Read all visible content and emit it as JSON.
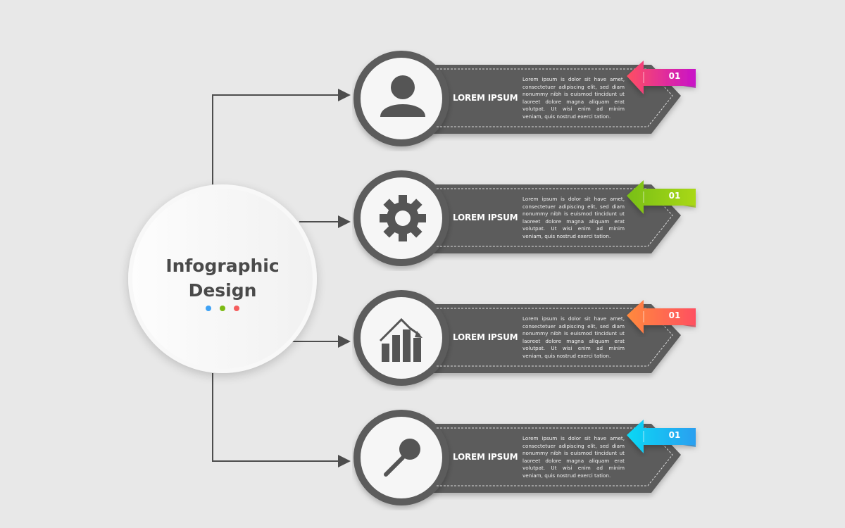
{
  "hub": {
    "title_line1": "Infographic",
    "title_line2": "Design",
    "dot_colors": [
      "#3fa2f5",
      "#7cbb14",
      "#f55d5d"
    ]
  },
  "cards": [
    {
      "icon": "user-icon",
      "title": "LOREM IPSUM",
      "number": "01",
      "text": "Lorem ipsum is dolor sit have amet, consectetuer adipiscing elit, sed diam nonummy nibh is euismod tincidunt ut laoreet dolore magna aliquam erat volutpat. Ut wisi enim ad minim veniam, quis nostrud exerci tation.",
      "gradient": [
        "#ff4f62",
        "#c812c9"
      ]
    },
    {
      "icon": "gear-icon",
      "title": "LOREM IPSUM",
      "number": "01",
      "text": "Lorem ipsum is dolor sit have amet, consectetuer adipiscing elit, sed diam nonummy nibh is euismod tincidunt ut laoreet dolore magna aliquam erat volutpat. Ut wisi enim ad minim veniam, quis nostrud exerci tation.",
      "gradient": [
        "#78bf14",
        "#a9d812"
      ]
    },
    {
      "icon": "bar-chart-icon",
      "title": "LOREM IPSUM",
      "number": "01",
      "text": "Lorem ipsum is dolor sit have amet, consectetuer adipiscing elit, sed diam nonummy nibh is euismod tincidunt ut laoreet dolore magna aliquam erat volutpat. Ut wisi enim ad minim veniam, quis nostrud exerci tation.",
      "gradient": [
        "#ff8a3d",
        "#ff5060"
      ]
    },
    {
      "icon": "search-icon",
      "title": "LOREM IPSUM",
      "number": "01",
      "text": "Lorem ipsum is dolor sit have amet, consectetuer adipiscing elit, sed diam nonummy nibh is euismod tincidunt ut laoreet dolore magna aliquam erat volutpat. Ut wisi enim ad minim veniam, quis nostrud exerci tation.",
      "gradient": [
        "#0ad8f5",
        "#2b9ff0"
      ]
    }
  ]
}
